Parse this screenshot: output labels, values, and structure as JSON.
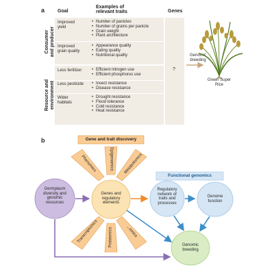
{
  "panel_a": {
    "letter": "a",
    "headers": {
      "goal": "Goal",
      "traits": "Examples of\nrelevant traits",
      "genes": "Genes"
    },
    "side_labels": {
      "consumer": "Consumer\nand producer",
      "resource": "Resource and\nenvironment"
    },
    "rows": [
      {
        "goal": "Improved\nyield",
        "traits": [
          "Number of panicles",
          "Number of grains per panicle",
          "Grain weight",
          "Plant architecture"
        ]
      },
      {
        "goal": "Improved\ngrain quality",
        "traits": [
          "Appearance quality",
          "Eating quality",
          "Nutritional quality"
        ]
      },
      {
        "goal": "Less fertilizer",
        "traits": [
          "Efficient nitrogen use",
          "Efficient phosphorus use"
        ]
      },
      {
        "goal": "Less pesticide",
        "traits": [
          "Insect resistance",
          "Disease resistance"
        ]
      },
      {
        "goal": "Wider\nhabitats",
        "traits": [
          "Drought resistance",
          "Flood tolerance",
          "Cold resistance",
          "Heat resistance"
        ]
      }
    ],
    "question": "?",
    "genomic_breeding": "Genomic\nbreeding",
    "rice_label": "Green Super\nRice",
    "bullet": "•"
  },
  "panel_b": {
    "letter": "b",
    "gene_trait_discovery": "Gene and trait discovery",
    "functional_genomics": "Functional genomics",
    "germplasm": "Germplasm\ndiversity and\ngenomic\nresources",
    "genes_elements": "Genes and\nregulatory\nelements",
    "regulatory_network": "Regulatory\nnetwork of\ntraits and\nprocesses",
    "genome_function": "Genome\nfunction",
    "genomic_breeding": "Genomic\nbreeding",
    "omics": [
      "Phenomics",
      "Epigenomics",
      "Metabolomics",
      "Transcriptomics",
      "Proteomics",
      "...omics"
    ]
  },
  "colors": {
    "panel_a_bg": "#f1ece4",
    "orange_fill": "#f9cc95",
    "orange_stroke": "#e39a4a",
    "purple_fill": "#cdbde0",
    "yellow_fill": "#fbe3b3",
    "blue_fill": "#d6e6f5",
    "green_fill": "#d9ecc4",
    "arrow_blue": "#3d8ec9",
    "arrow_purple": "#8a6fb2",
    "arrow_orange": "#f08a2a"
  }
}
